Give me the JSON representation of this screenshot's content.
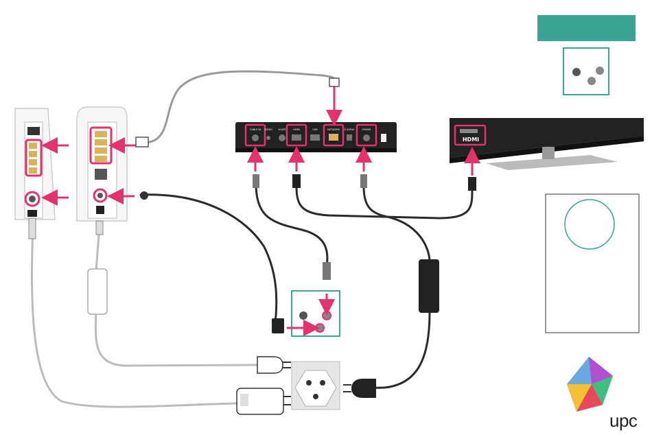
{
  "brand": {
    "name": "upc",
    "accent_color": "#e5316c",
    "teal_color": "#3aa495",
    "cable_color": "#2a2a2a",
    "device_color": "#f5f5f5"
  },
  "tv": {
    "port_label": "HDMI"
  },
  "settop_box": {
    "port_labels": [
      "CABLE IN",
      "AUDIO",
      "SCART",
      "HDMI",
      "USB",
      "NETWORK",
      "S AUDIO",
      "POWER"
    ]
  },
  "panels": {
    "header_banner": "",
    "info_card": ""
  },
  "icons": {
    "wall_outlet": "coax-wall-outlet-icon",
    "power_plug": "euro-power-plug-icon",
    "swiss_socket": "swiss-socket-icon",
    "logo": "upc-cube-logo-icon"
  }
}
